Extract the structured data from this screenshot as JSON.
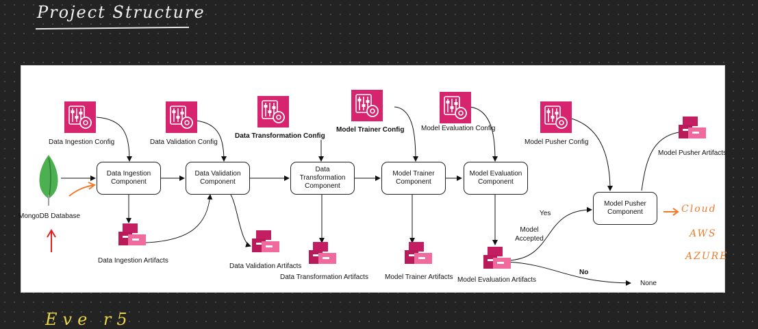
{
  "board": {
    "title": "Project Structure",
    "bottom_text": "Eve r5"
  },
  "diagram": {
    "source": "MongoDB Database",
    "components": {
      "ingestion": "Data Ingestion Component",
      "validation": "Data Validation Component",
      "transformation": "Data Transformation Component",
      "trainer": "Model Trainer Component",
      "evaluation": "Model Evaluation Component",
      "pusher": "Model Pusher Component"
    },
    "configs": {
      "ingestion": "Data Ingestion Config",
      "validation": "Data Validation Config",
      "transformation": "Data Transformation Config",
      "trainer": "Model Trainer Config",
      "evaluation": "Model Evaluation Config",
      "pusher": "Model Pusher Config"
    },
    "artifacts": {
      "ingestion": "Data Ingestion Artifacts",
      "validation": "Data Validation Artifacts",
      "transformation": "Data Transformation Artifacts",
      "trainer": "Model Trainer Artifacts",
      "evaluation": "Model Evaluation Artifacts",
      "pusher": "Model Pusher Artifacts"
    },
    "decision": {
      "label": "Model Accepted",
      "yes": "Yes",
      "no": "No",
      "none": "None"
    }
  },
  "annotations": {
    "cloud": "Cloud",
    "aws": "AWS",
    "azure": "AZURE"
  },
  "colors": {
    "config_icon": "#d6246e",
    "artifact_icon": "#e0407f",
    "mongodb_leaf": "#4caf50",
    "annotation": "#f07a2a",
    "arrow_red": "#e02020"
  }
}
